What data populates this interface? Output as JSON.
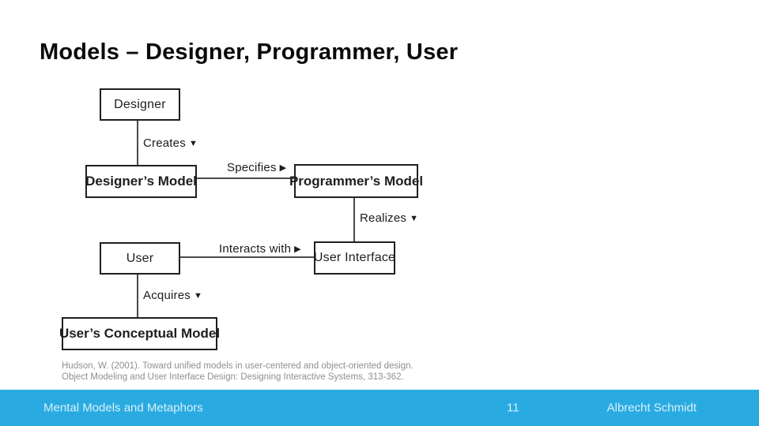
{
  "slide": {
    "title": "Models – Designer, Programmer, User"
  },
  "diagram": {
    "nodes": {
      "designer": {
        "label": "Designer"
      },
      "designers_model": {
        "label": "Designer’s Model"
      },
      "programmers_model": {
        "label": "Programmer’s Model"
      },
      "user": {
        "label": "User"
      },
      "user_interface": {
        "label": "User Interface"
      },
      "users_conceptual_model": {
        "label": "User’s Conceptual Model"
      }
    },
    "edges": {
      "creates": {
        "label": "Creates",
        "arrow": "▼"
      },
      "specifies": {
        "label": "Specifies",
        "arrow": "▶"
      },
      "realizes": {
        "label": "Realizes",
        "arrow": "▼"
      },
      "interacts_with": {
        "label": "Interacts with",
        "arrow": "▶"
      },
      "acquires": {
        "label": "Acquires",
        "arrow": "▼"
      }
    }
  },
  "citation": {
    "line1": "Hudson, W. (2001). Toward unified models in user-centered and object-oriented design.",
    "line2": "Object Modeling and User Interface Design: Designing Interactive Systems, 313-362."
  },
  "footer": {
    "lecture": "Mental Models and Metaphors",
    "page": "11",
    "author": "Albrecht Schmidt",
    "bar_color": "#29ABE2",
    "text_color": "#D8F0FA"
  }
}
